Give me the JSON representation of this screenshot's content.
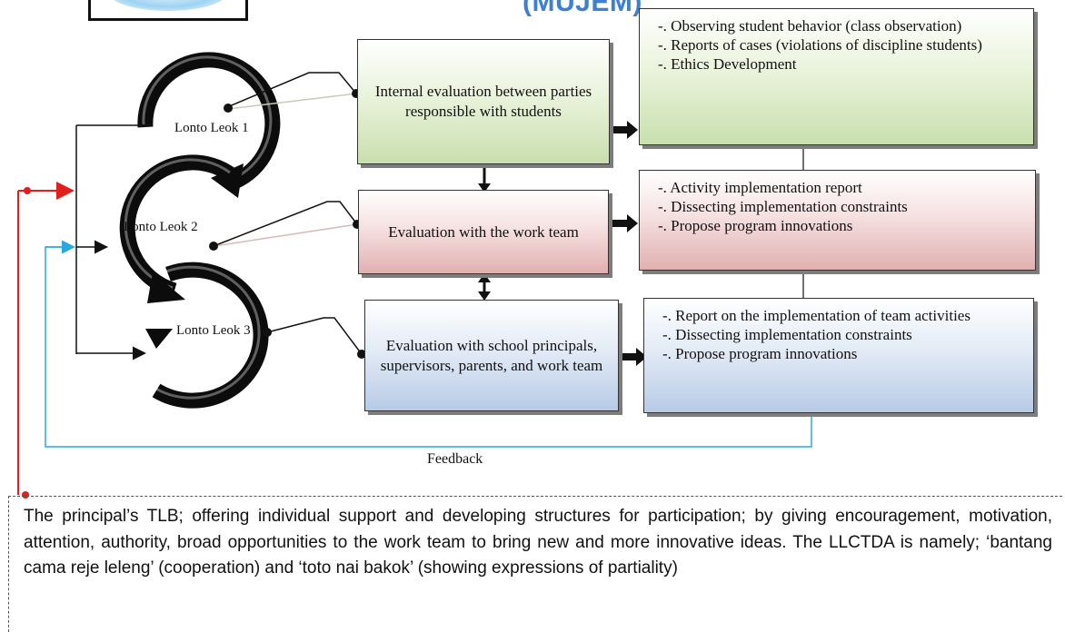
{
  "header": {
    "partial_title": "(MUJEM)"
  },
  "loops": [
    {
      "label": "Lonto Leok 1"
    },
    {
      "label": "Lonto Leok 2"
    },
    {
      "label": "Lonto Leok 3"
    }
  ],
  "evaluation_boxes": [
    {
      "text": "Internal evaluation between parties responsible with students",
      "color": "#c9dfae"
    },
    {
      "text": "Evaluation with the work team",
      "color": "#e0b0b0"
    },
    {
      "text": "Evaluation with school principals, supervisors, parents, and work team",
      "color": "#b7cbe6"
    }
  ],
  "detail_boxes": [
    {
      "items": [
        "-. Observing student behavior (class observation)",
        "-. Reports of cases (violations of discipline students)",
        "-. Ethics Development"
      ]
    },
    {
      "items": [
        "-. Activity implementation report",
        "-. Dissecting implementation constraints",
        "-. Propose program innovations"
      ]
    },
    {
      "items": [
        "-. Report on the implementation of team activities",
        "-. Dissecting implementation constraints",
        "-. Propose program innovations"
      ]
    }
  ],
  "feedback_label": "Feedback",
  "note": "The principal’s TLB; offering individual support and developing structures for participation; by giving encouragement, motivation, attention, authority, broad opportunities to the work team to bring new and more innovative ideas. The LLCTDA is namely; ‘bantang cama reje leleng’ (cooperation) and ‘toto nai bakok’ (showing expressions of partiality)",
  "colors": {
    "red_line": "#e0201c",
    "blue_line": "#29a8e0",
    "title_blue": "#3d7fd0"
  }
}
